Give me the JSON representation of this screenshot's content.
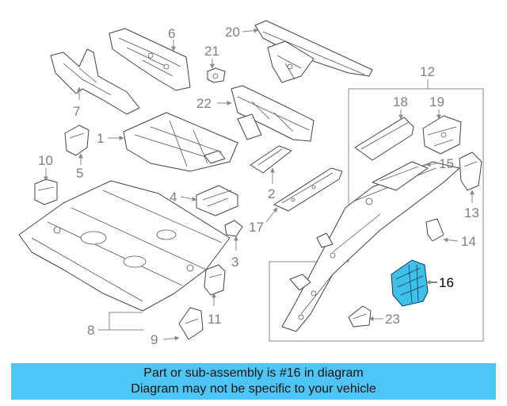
{
  "callouts": {
    "n1": "1",
    "n2": "2",
    "n3": "3",
    "n4": "4",
    "n5": "5",
    "n6": "6",
    "n7": "7",
    "n8": "8",
    "n9": "9",
    "n10": "10",
    "n11": "11",
    "n12": "12",
    "n13": "13",
    "n14": "14",
    "n15": "15",
    "n16": "16",
    "n17": "17",
    "n18": "18",
    "n19": "19",
    "n20": "20",
    "n21": "21",
    "n22": "22",
    "n23": "23"
  },
  "highlight": {
    "part_number": "16",
    "color": "#3fc0ea"
  },
  "banner": {
    "line1": "Part or sub-assembly is #16 in diagram",
    "line2": "Diagram may not be specific to your vehicle",
    "background": "#4dc6f5"
  }
}
